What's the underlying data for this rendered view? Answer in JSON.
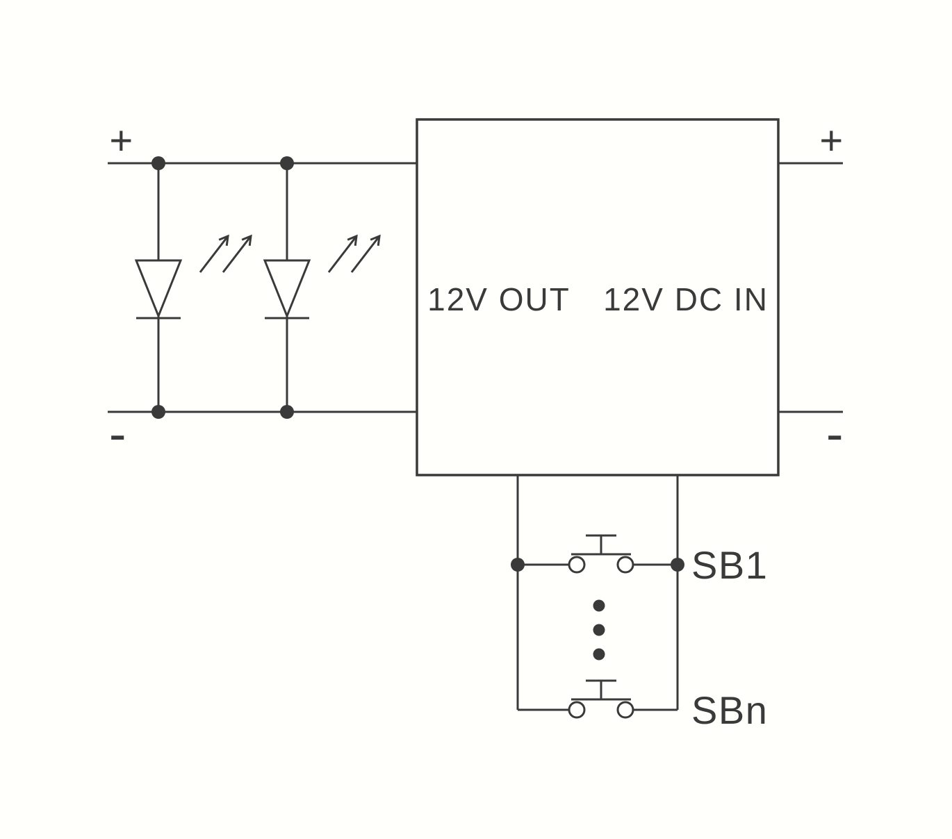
{
  "diagram": {
    "type": "circuit-schematic",
    "description": "Two LEDs in parallel on 12V OUT side of a converter box, fed by 12V DC IN, with parallel push buttons SB1 ... SBn on the input control side",
    "labels": {
      "plus_left": "+",
      "minus_left": "-",
      "plus_right": "+",
      "minus_right": "-",
      "box_out": "12V OUT",
      "box_in": "12V DC IN",
      "switch_first": "SB1",
      "switch_last": "SBn"
    },
    "components": [
      {
        "type": "led",
        "name": "led-1"
      },
      {
        "type": "led",
        "name": "led-2"
      },
      {
        "type": "converter-box",
        "name": "12v-converter"
      },
      {
        "type": "push-button",
        "name": "SB1"
      },
      {
        "type": "push-button",
        "name": "SBn"
      }
    ],
    "colors": {
      "line": "#3a3a3a",
      "background": "#fffffc"
    }
  }
}
